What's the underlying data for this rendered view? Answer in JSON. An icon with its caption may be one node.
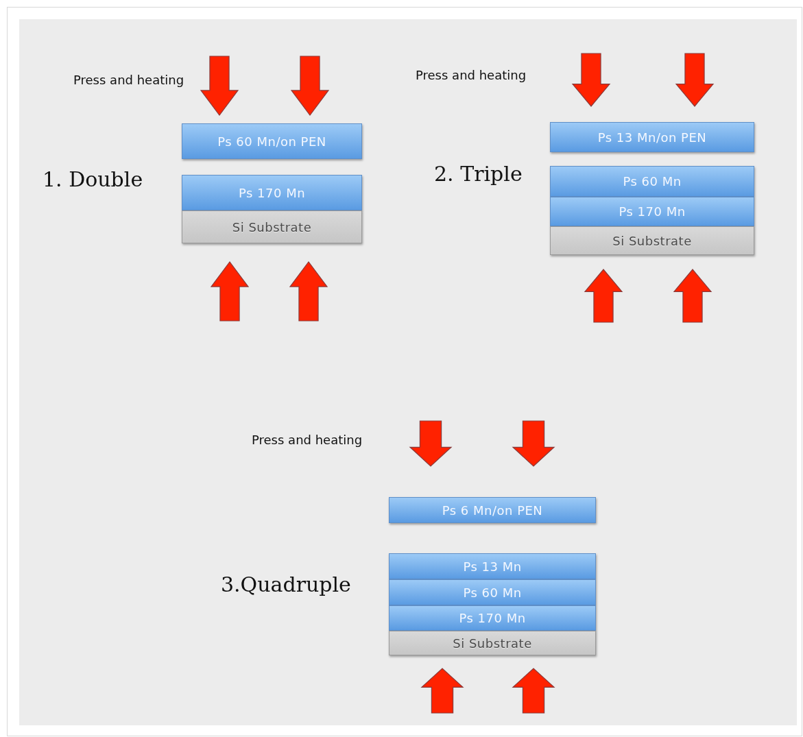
{
  "diagram": {
    "nodes": [
      {
        "text": [
          "Ps 60 Mn/on PEN"
        ]
      },
      {
        "text": [
          "Ps 170 Mn"
        ]
      },
      {
        "text": [
          "Si Substrate"
        ]
      },
      {
        "text": [
          "Ps 13 Mn/on PEN"
        ]
      },
      {
        "text": [
          "Ps 60 Mn"
        ]
      },
      {
        "text": [
          "Ps 170 Mn"
        ]
      },
      {
        "text": [
          "Si Substrate"
        ]
      },
      {
        "text": [
          "Ps 6 Mn/on PEN"
        ]
      },
      {
        "text": [
          "Ps 13 Mn"
        ]
      },
      {
        "text": [
          "Ps 60 Mn"
        ]
      },
      {
        "text": [
          "Ps 170 Mn"
        ]
      },
      {
        "text": [
          "Si Substrate"
        ]
      }
    ],
    "labels": [
      "Press and heating",
      "1. Double",
      "Press and heating",
      "2. Triple",
      "Press and heating",
      "3.Quadruple"
    ]
  }
}
